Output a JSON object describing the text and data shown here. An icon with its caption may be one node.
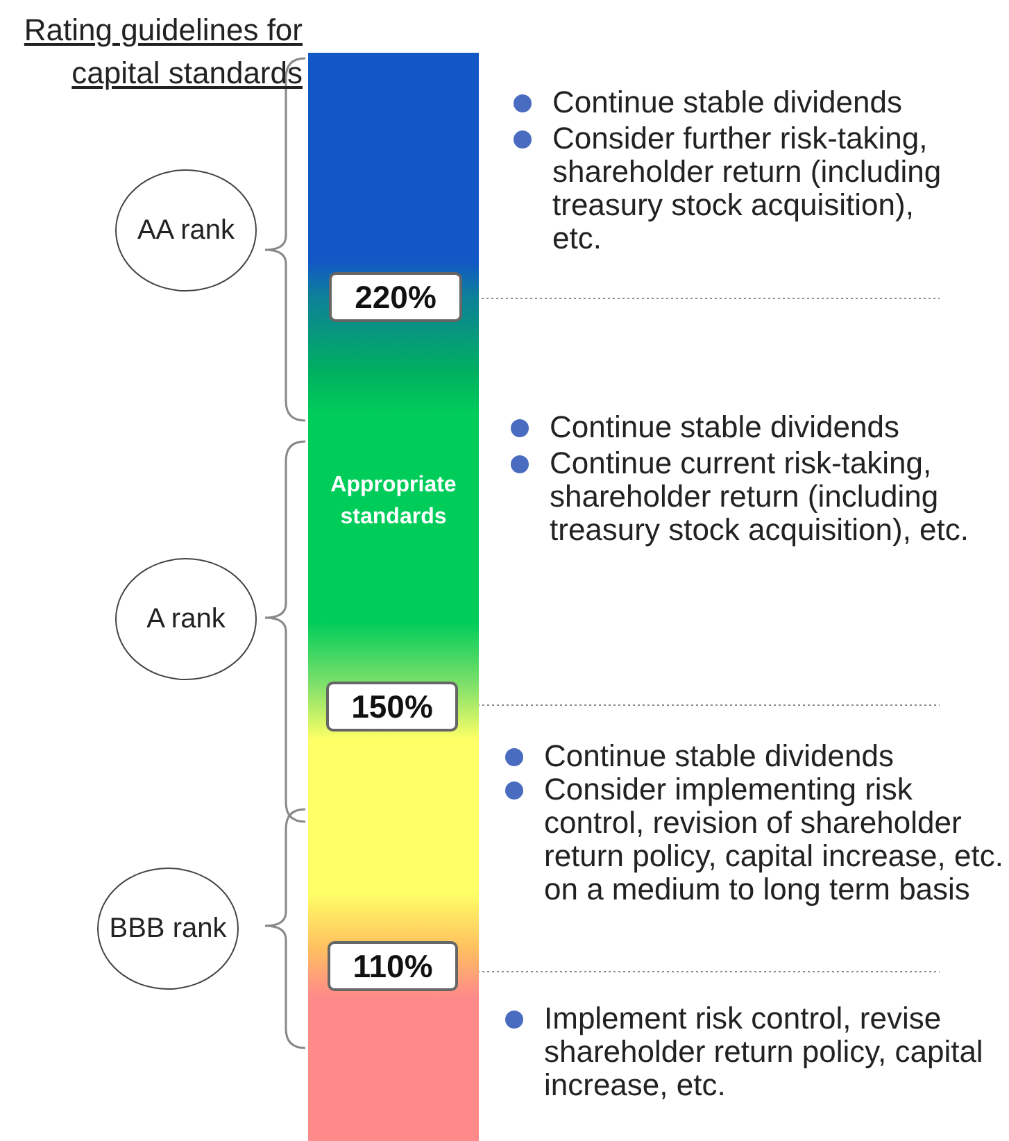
{
  "diagram": {
    "title": "Rating guidelines for capital standards",
    "nodes": [
      {
        "text": [
          "Appropriate standards"
        ]
      },
      {
        "text": [
          "220%"
        ],
        "in": 0
      },
      {
        "text": [
          "150%"
        ],
        "in": 0
      },
      {
        "text": [
          "110%"
        ],
        "in": 0
      },
      {
        "text": [
          "AA rank"
        ]
      },
      {
        "text": [
          "A rank"
        ]
      },
      {
        "text": [
          "BBB rank"
        ]
      }
    ],
    "labels": [
      "Continue stable dividends",
      "Consider further risk-taking, shareholder return (including treasury stock acquisition), etc.",
      "Continue stable dividends",
      "Continue current risk-taking, shareholder return (including treasury stock acquisition), etc.",
      "Continue stable dividends",
      "Consider implementing risk control, revision of shareholder return policy, capital increase, etc. on a medium to long term basis",
      "Implement risk control, revise shareholder return policy, capital increase, etc."
    ]
  }
}
